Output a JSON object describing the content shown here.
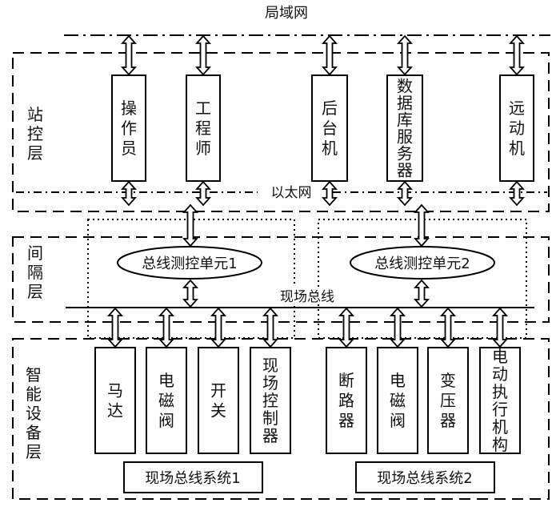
{
  "lan_label": "局域网",
  "ethernet_label": "以太网",
  "fieldbus_label": "现场总线",
  "layers": {
    "station": "站控层",
    "bay": "间隔层",
    "device": "智能设备层"
  },
  "station_boxes": [
    {
      "label": "操作员"
    },
    {
      "label": "工程师"
    },
    {
      "label": "后台机"
    },
    {
      "label": "数据库服务器"
    },
    {
      "label": "远动机"
    }
  ],
  "bus_units": [
    {
      "label": "总线测控单元1"
    },
    {
      "label": "总线测控单元2"
    }
  ],
  "devices": [
    {
      "label": "马达"
    },
    {
      "label": "电磁阀"
    },
    {
      "label": "开关"
    },
    {
      "label": "现场控制器"
    },
    {
      "label": "断路器"
    },
    {
      "label": "电磁阀"
    },
    {
      "label": "变压器"
    },
    {
      "label": "电动执行机构"
    }
  ],
  "systems": [
    {
      "label": "现场总线系统1"
    },
    {
      "label": "现场总线系统2"
    }
  ]
}
